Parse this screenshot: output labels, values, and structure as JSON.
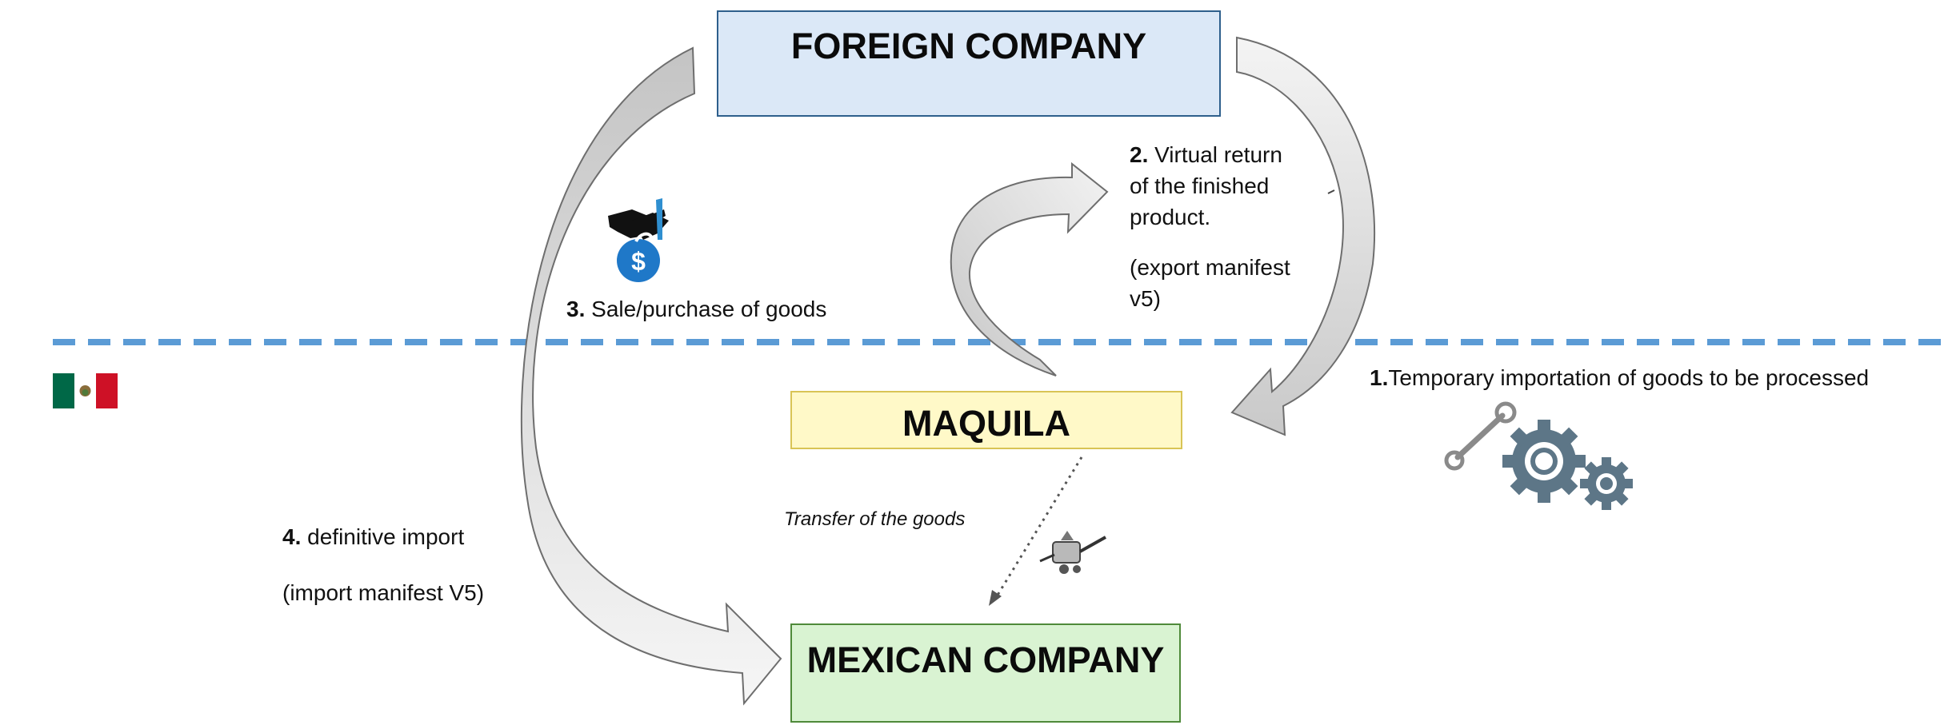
{
  "entities": {
    "foreign": "FOREIGN COMPANY",
    "maquila": "MAQUILA",
    "mexican": "MEXICAN COMPANY"
  },
  "steps": {
    "step1": {
      "num": "1.",
      "text": "Temporary importation of goods to be processed"
    },
    "step2": {
      "num": "2.",
      "line1": " Virtual return",
      "line2": "of the finished",
      "line3": "product.",
      "paren1": "(export manifest",
      "paren2": "v5)"
    },
    "step3": {
      "num": "3.",
      "text": " Sale/purchase of goods"
    },
    "step4": {
      "num": "4.",
      "text": " definitive import",
      "paren": "(import manifest V5)"
    }
  },
  "transfer_label": "Transfer of the goods",
  "icons": {
    "flag": "mexico-flag-icon",
    "handshake": "handshake-icon",
    "money": "money-bag-icon",
    "tools": "wrench-gears-icon",
    "part": "machine-part-icon"
  },
  "colors": {
    "border_line": "#5b9bd5",
    "arrow_fill": "#d3d3d3",
    "arrow_fill_light": "#f0f0f0",
    "arrow_stroke": "#6e6e6e",
    "foreign_fill": "#dbe8f7",
    "maquila_fill": "#fff9c8",
    "mexican_fill": "#d9f3d2",
    "gear": "#5d7687"
  }
}
